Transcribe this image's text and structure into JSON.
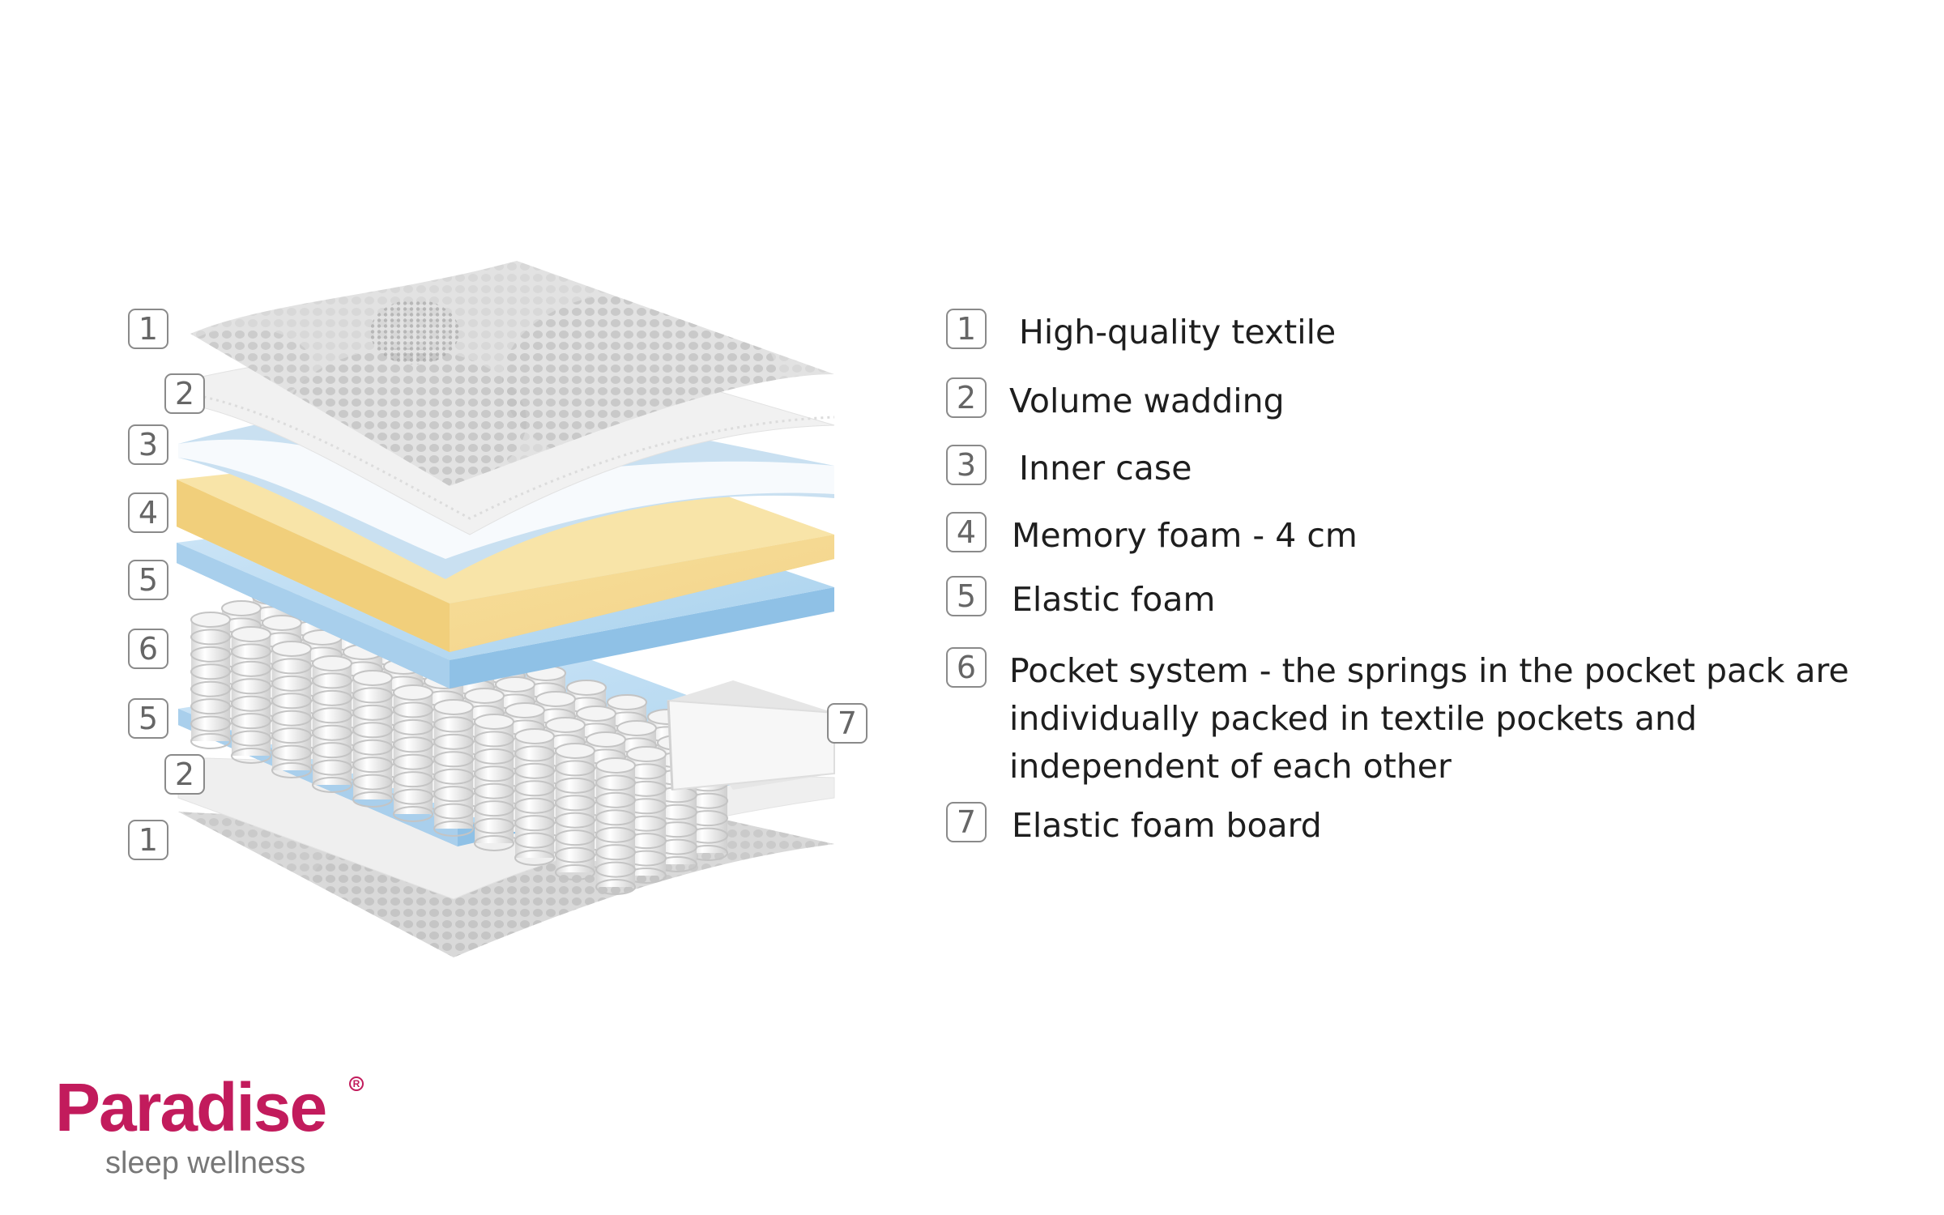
{
  "diagram": {
    "callouts_left": [
      "1",
      "2",
      "3",
      "4",
      "5",
      "6",
      "5",
      "2",
      "1"
    ],
    "callout_right": "7"
  },
  "legend": [
    {
      "num": "1",
      "text": "High-quality textile"
    },
    {
      "num": "2",
      "text": "Volume wadding"
    },
    {
      "num": "3",
      "text": "Inner case"
    },
    {
      "num": "4",
      "text": "Memory foam - 4 cm"
    },
    {
      "num": "5",
      "text": "Elastic foam"
    },
    {
      "num": "6",
      "lines": [
        "Pocket system - the springs in the pocket pack are",
        "individually packed in textile pockets and",
        "independent of each other"
      ]
    },
    {
      "num": "7",
      "text": "Elastic foam board"
    }
  ],
  "logo": {
    "word": "Paradise",
    "mark": "R",
    "tagline": "sleep wellness"
  },
  "colors": {
    "brand": "#c21b5c",
    "badge_border": "#8a8a8a",
    "textile": "#dcdcdc",
    "memory_foam": "#f6dc98",
    "elastic_foam": "#bcdcf2"
  }
}
